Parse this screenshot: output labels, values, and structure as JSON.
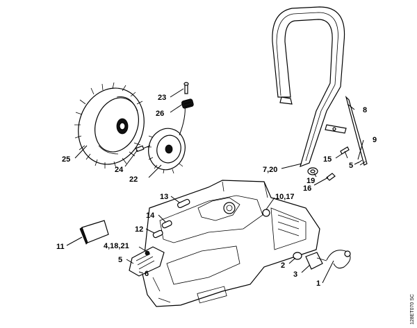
{
  "callouts": {
    "c1": "1",
    "c2": "2",
    "c3": "3",
    "c5a": "5",
    "c5b": "5",
    "c6": "6",
    "c7_20": "7,20",
    "c8": "8",
    "c9": "9",
    "c10_17": "10,17",
    "c11": "11",
    "c12": "12",
    "c13": "13",
    "c14": "14",
    "c15": "15",
    "c16": "16",
    "c19": "19",
    "c22": "22",
    "c23": "23",
    "c24": "24",
    "c25": "25",
    "c26": "26",
    "c4_18_21": "4,18,21"
  },
  "drawing_code": "128ET070 SC"
}
